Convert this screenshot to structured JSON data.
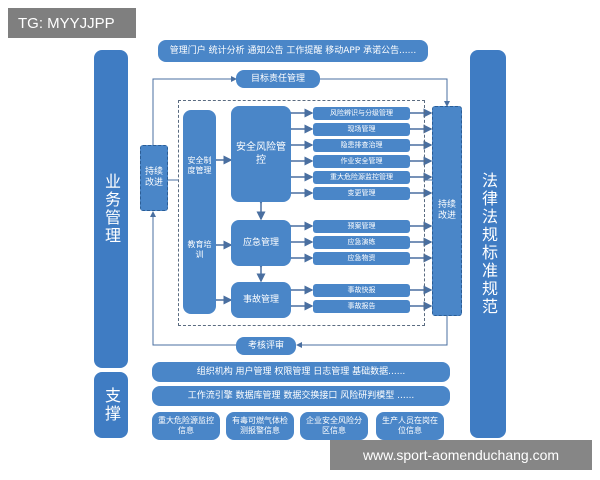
{
  "watermarks": {
    "tag": "TG: MYYJJPP",
    "url": "www.sport-aomenduchang.com"
  },
  "top_bar": "管理门户  统计分析  通知公告  工作提醒  移动APP  承诺公告......",
  "left_business": "业务管理",
  "left_support": "支撑",
  "right_law": "法律法规标准规范",
  "target_mgmt": "目标责任管理",
  "assessment": "考核评审",
  "continuous_left": "持续改进",
  "continuous_right": "持续改进",
  "safety_system": "安全制度管理",
  "education": "教育培训",
  "security_risk": "安全风险管控",
  "emergency": "应急管理",
  "accident": "事故管理",
  "risk_items": [
    "风险辨识与分级管理",
    "现场管理",
    "隐患排查治理",
    "作业安全管理",
    "重大危险源监控管理",
    "变更管理"
  ],
  "emergency_items": [
    "预案管理",
    "应急演练",
    "应急物资"
  ],
  "accident_items": [
    "事故快报",
    "事故报告"
  ],
  "support_bar1": "组织机构  用户管理  权限管理  日志管理  基础数据......",
  "support_bar2": "工作流引擎  数据库管理  数据交换接口  风险研判模型 ......",
  "bottom_boxes": [
    "重大危险源监控信息",
    "有毒可燃气体检测报警信息",
    "企业安全风险分区信息",
    "生产人员在岗在位信息"
  ],
  "colors": {
    "primary": "#4a86c8",
    "dark": "#2b5d95",
    "watermark": "#7f7f7f"
  }
}
